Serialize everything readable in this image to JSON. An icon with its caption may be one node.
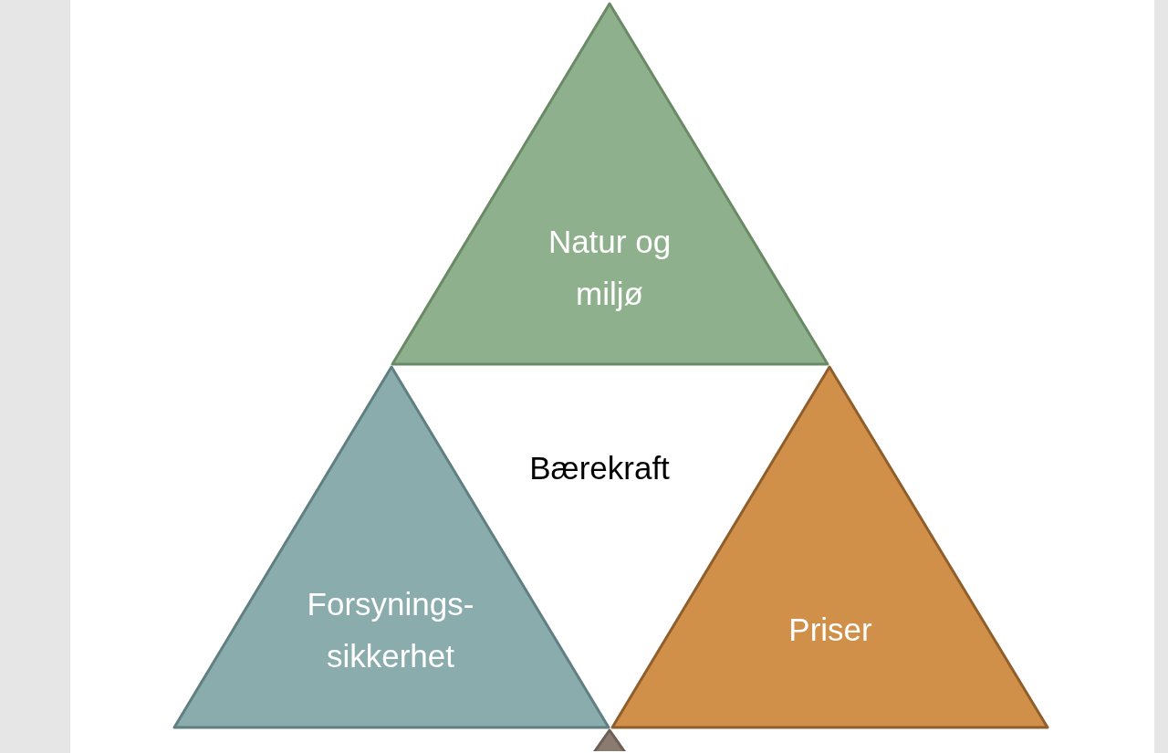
{
  "diagram": {
    "nodes": [
      {
        "text": [
          "Natur og miljø"
        ]
      },
      {
        "text": [
          "Forsynings- sikkerhet"
        ]
      },
      {
        "text": [
          "Priser"
        ]
      },
      {
        "text": [],
        "shape": "triangle"
      }
    ],
    "labels": [
      "Bærekraft"
    ]
  }
}
